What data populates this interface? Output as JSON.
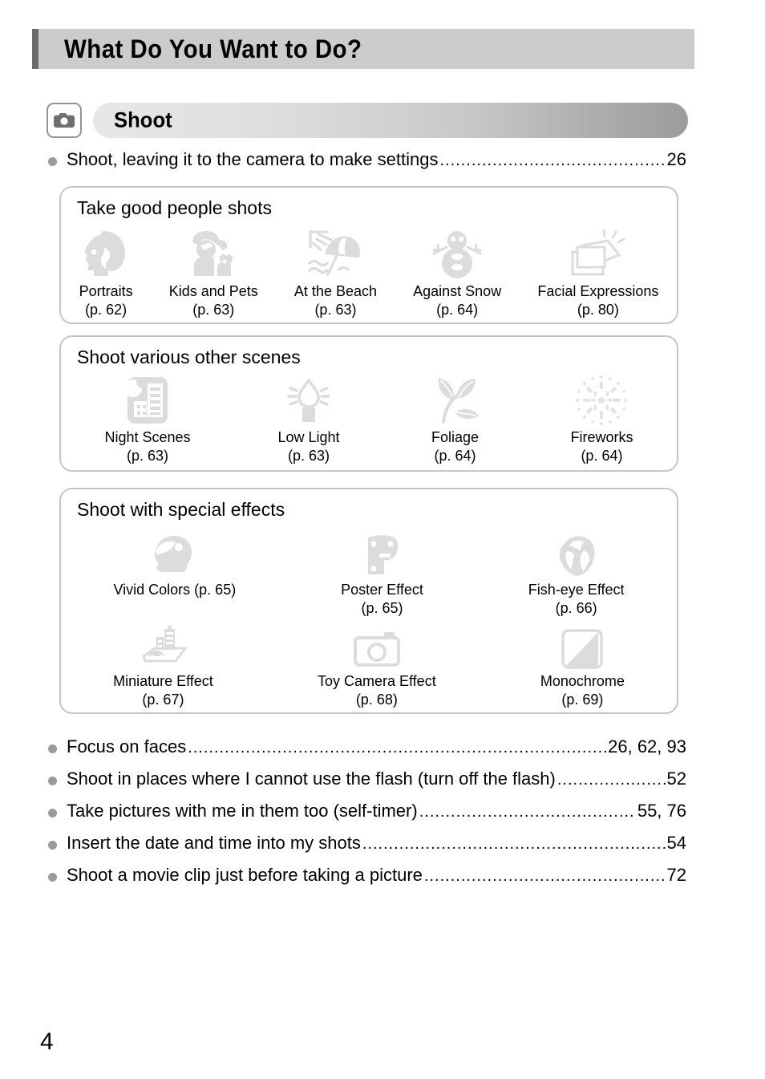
{
  "page": {
    "title": "What Do You Want to Do?",
    "number": "4",
    "accent_color": "#6b6b6b",
    "title_bg": "#cccccc",
    "icon_color": "#dcdcdc",
    "bullet_color": "#9a9a9a"
  },
  "section": {
    "icon": "camera-icon",
    "title": "Shoot"
  },
  "top_bullets": [
    {
      "label": "Shoot, leaving it to the camera to make settings",
      "page": "26"
    }
  ],
  "groups": [
    {
      "title": "Take good people shots",
      "columns": 5,
      "rows": [
        [
          {
            "icon": "portrait-head-icon",
            "label": "Portraits",
            "page": "(p. 62)"
          },
          {
            "icon": "kids-and-pets-icon",
            "label": "Kids and Pets",
            "page": "(p. 63)"
          },
          {
            "icon": "beach-umbrella-icon",
            "label": "At the Beach",
            "page": "(p. 63)"
          },
          {
            "icon": "snowman-icon",
            "label": "Against Snow",
            "page": "(p. 64)"
          },
          {
            "icon": "facial-expressions-icon",
            "label": "Facial Expressions",
            "page": "(p. 80)"
          }
        ]
      ]
    },
    {
      "title": "Shoot various other scenes",
      "columns": 4,
      "rows": [
        [
          {
            "icon": "night-scene-icon",
            "label": "Night Scenes",
            "page": "(p. 63)"
          },
          {
            "icon": "candle-low-light-icon",
            "label": "Low Light",
            "page": "(p. 63)"
          },
          {
            "icon": "foliage-leaf-icon",
            "label": "Foliage",
            "page": "(p. 64)"
          },
          {
            "icon": "fireworks-icon",
            "label": "Fireworks",
            "page": "(p. 64)"
          }
        ]
      ]
    },
    {
      "title": "Shoot with special effects",
      "columns": 3,
      "rows": [
        [
          {
            "icon": "vivid-colors-bird-icon",
            "label": "Vivid Colors (p. 65)",
            "page": ""
          },
          {
            "icon": "poster-effect-icon",
            "label": "Poster Effect",
            "page": "(p. 65)"
          },
          {
            "icon": "fish-eye-effect-icon",
            "label": "Fish-eye Effect",
            "page": "(p. 66)"
          }
        ],
        [
          {
            "icon": "miniature-effect-icon",
            "label": "Miniature Effect",
            "page": "(p. 67)"
          },
          {
            "icon": "toy-camera-effect-icon",
            "label": "Toy Camera Effect",
            "page": "(p. 68)"
          },
          {
            "icon": "monochrome-icon",
            "label": "Monochrome",
            "page": "(p. 69)"
          }
        ]
      ]
    }
  ],
  "bottom_bullets": [
    {
      "label": "Focus on faces",
      "page": "26, 62, 93"
    },
    {
      "label": "Shoot in places where I cannot use the flash (turn off the flash)",
      "page": "52"
    },
    {
      "label": "Take pictures with me in them too (self-timer)",
      "page": "55, 76"
    },
    {
      "label": "Insert the date and time into my shots",
      "page": "54"
    },
    {
      "label": "Shoot a movie clip just before taking a picture",
      "page": "72"
    }
  ]
}
